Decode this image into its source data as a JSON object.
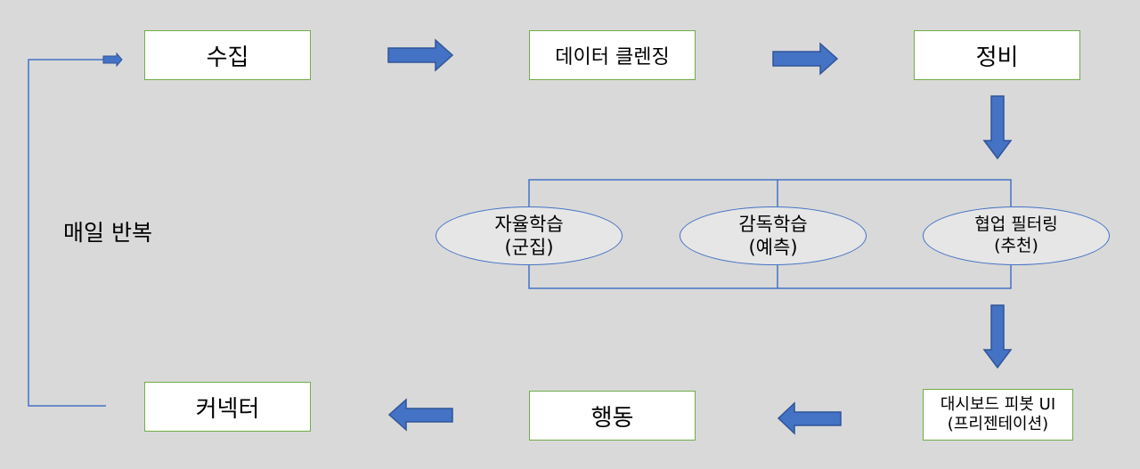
{
  "diagram": {
    "nodes": {
      "collect": "수집",
      "cleansing": "데이터 클렌징",
      "preparation": "정비",
      "connector": "커넥터",
      "action": "행동",
      "dashboard_line1": "대시보드 피봇 UI",
      "dashboard_line2": "(프리젠테이션)"
    },
    "methods": {
      "unsupervised_line1": "자율학습",
      "unsupervised_line2": "(군집)",
      "supervised_line1": "감독학습",
      "supervised_line2": "(예측)",
      "collaborative_line1": "협업 필터링",
      "collaborative_line2": "(추천)"
    },
    "loop_label": "매일 반복"
  },
  "colors": {
    "background": "#d9d9d9",
    "box_border": "#70ad47",
    "arrow_fill": "#4472c4",
    "arrow_stroke": "#2f5597",
    "ellipse_fill": "#e7e6e6",
    "line": "#4472c4"
  }
}
